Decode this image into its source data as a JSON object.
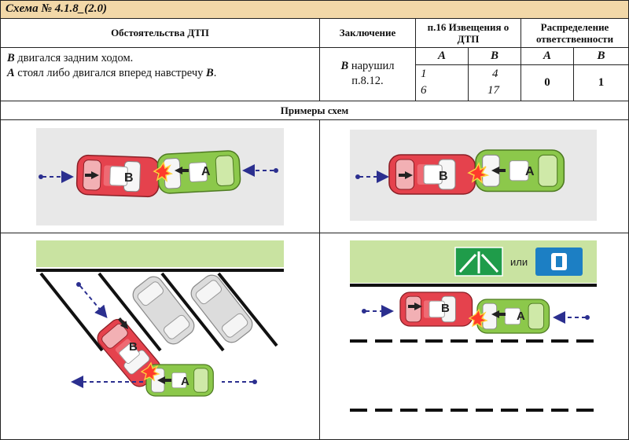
{
  "title": "Схема № 4.1.8_(2.0)",
  "table": {
    "col_circumstances": "Обстоятельства ДТП",
    "col_conclusion": "Заключение",
    "col_notice": "п.16 Извещения о ДТП",
    "col_resp": "Распределение ответственности",
    "sub_A1": "А",
    "sub_B1": "В",
    "sub_A2": "А",
    "sub_B2": "В",
    "circ_line1_vehicle": "В",
    "circ_line1_rest": " двигался задним ходом.",
    "circ_line2_vehicle": "А",
    "circ_line2_rest": " стоял либо двигался вперед навстречу ",
    "circ_line2_vehicle2": "В",
    "circ_line2_end": ".",
    "concl_vehicle": "В",
    "concl_verb": " нарушил",
    "concl_rule": "п.8.12.",
    "notice_A": [
      "1",
      "6"
    ],
    "notice_B": [
      "4",
      "17"
    ],
    "resp_A": "0",
    "resp_B": "1"
  },
  "examples_header": "Примеры схем",
  "schemes": {
    "car_A_label": "А",
    "car_B_label": "В",
    "sign_or": "или"
  },
  "colors": {
    "header_bg": "#f2d8a8",
    "car_B": "#e5424d",
    "car_A": "#8cc84b",
    "road_bg": "#e8e8e8",
    "grass": "#c9e3a1",
    "arrow": "#2b2f8f",
    "sign_green": "#1f9c4a",
    "sign_blue": "#1c7fc4"
  }
}
